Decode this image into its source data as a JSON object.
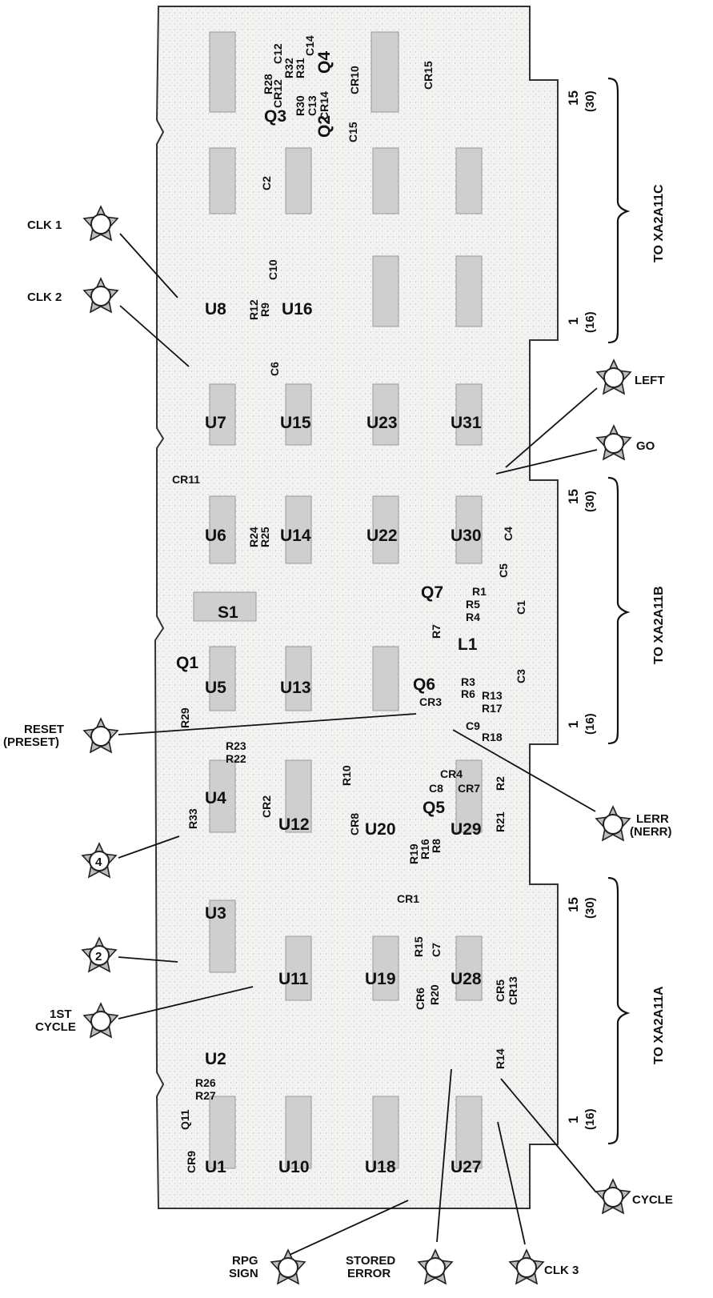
{
  "ics": [
    "U8",
    "U16",
    "U7",
    "U15",
    "U23",
    "U31",
    "U6",
    "U14",
    "U22",
    "U30",
    "U5",
    "U13",
    "U4",
    "U12",
    "U20",
    "U29",
    "U3",
    "U11",
    "U19",
    "U28",
    "U2",
    "U1",
    "U10",
    "U18",
    "U27"
  ],
  "components": [
    "C14",
    "C12",
    "R28",
    "CR12",
    "R32",
    "R31",
    "Q4",
    "CR10",
    "CR15",
    "R30",
    "C13",
    "CR14",
    "Q3",
    "Q2",
    "C15",
    "C2",
    "C10",
    "R12",
    "R9",
    "C6",
    "CR11",
    "R24",
    "R25",
    "C4",
    "C5",
    "S1",
    "R1",
    "Q7",
    "R5",
    "R4",
    "C1",
    "R7",
    "L1",
    "Q1",
    "Q6",
    "R3",
    "R6",
    "C3",
    "CR3",
    "R13",
    "R17",
    "C9",
    "R18",
    "R29",
    "R23",
    "R22",
    "R10",
    "CR4",
    "C8",
    "CR7",
    "R2",
    "CR2",
    "CR8",
    "Q5",
    "R33",
    "R21",
    "R19",
    "R16",
    "R8",
    "CR1",
    "R15",
    "C7",
    "CR6",
    "R20",
    "CR5",
    "CR13",
    "R14",
    "R26",
    "R27",
    "Q11",
    "CR9"
  ],
  "test_points": {
    "clk1": "CLK 1",
    "clk2": "CLK 2",
    "left": "LEFT",
    "go": "GO",
    "reset": "RESET",
    "preset": "(PRESET)",
    "lerr": "LERR",
    "nerr": "(NERR)",
    "tp4": "4",
    "tp2": "2",
    "first_cycle_1": "1ST",
    "first_cycle_2": "CYCLE",
    "cycle": "CYCLE",
    "rpg_1": "RPG",
    "rpg_2": "SIGN",
    "stored_1": "STORED",
    "stored_2": "ERROR",
    "clk3": "CLK 3"
  },
  "connectors": {
    "c": {
      "pin_top": "15",
      "pin_top_alt": "(30)",
      "pin_bottom": "1",
      "pin_bottom_alt": "(16)",
      "label": "TO XA2A11C"
    },
    "b": {
      "pin_top": "15",
      "pin_top_alt": "(30)",
      "pin_bottom": "1",
      "pin_bottom_alt": "(16)",
      "label": "TO XA2A11B"
    },
    "a": {
      "pin_top": "15",
      "pin_top_alt": "(30)",
      "pin_bottom": "1",
      "pin_bottom_alt": "(16)",
      "label": "TO XA2A11A"
    }
  }
}
